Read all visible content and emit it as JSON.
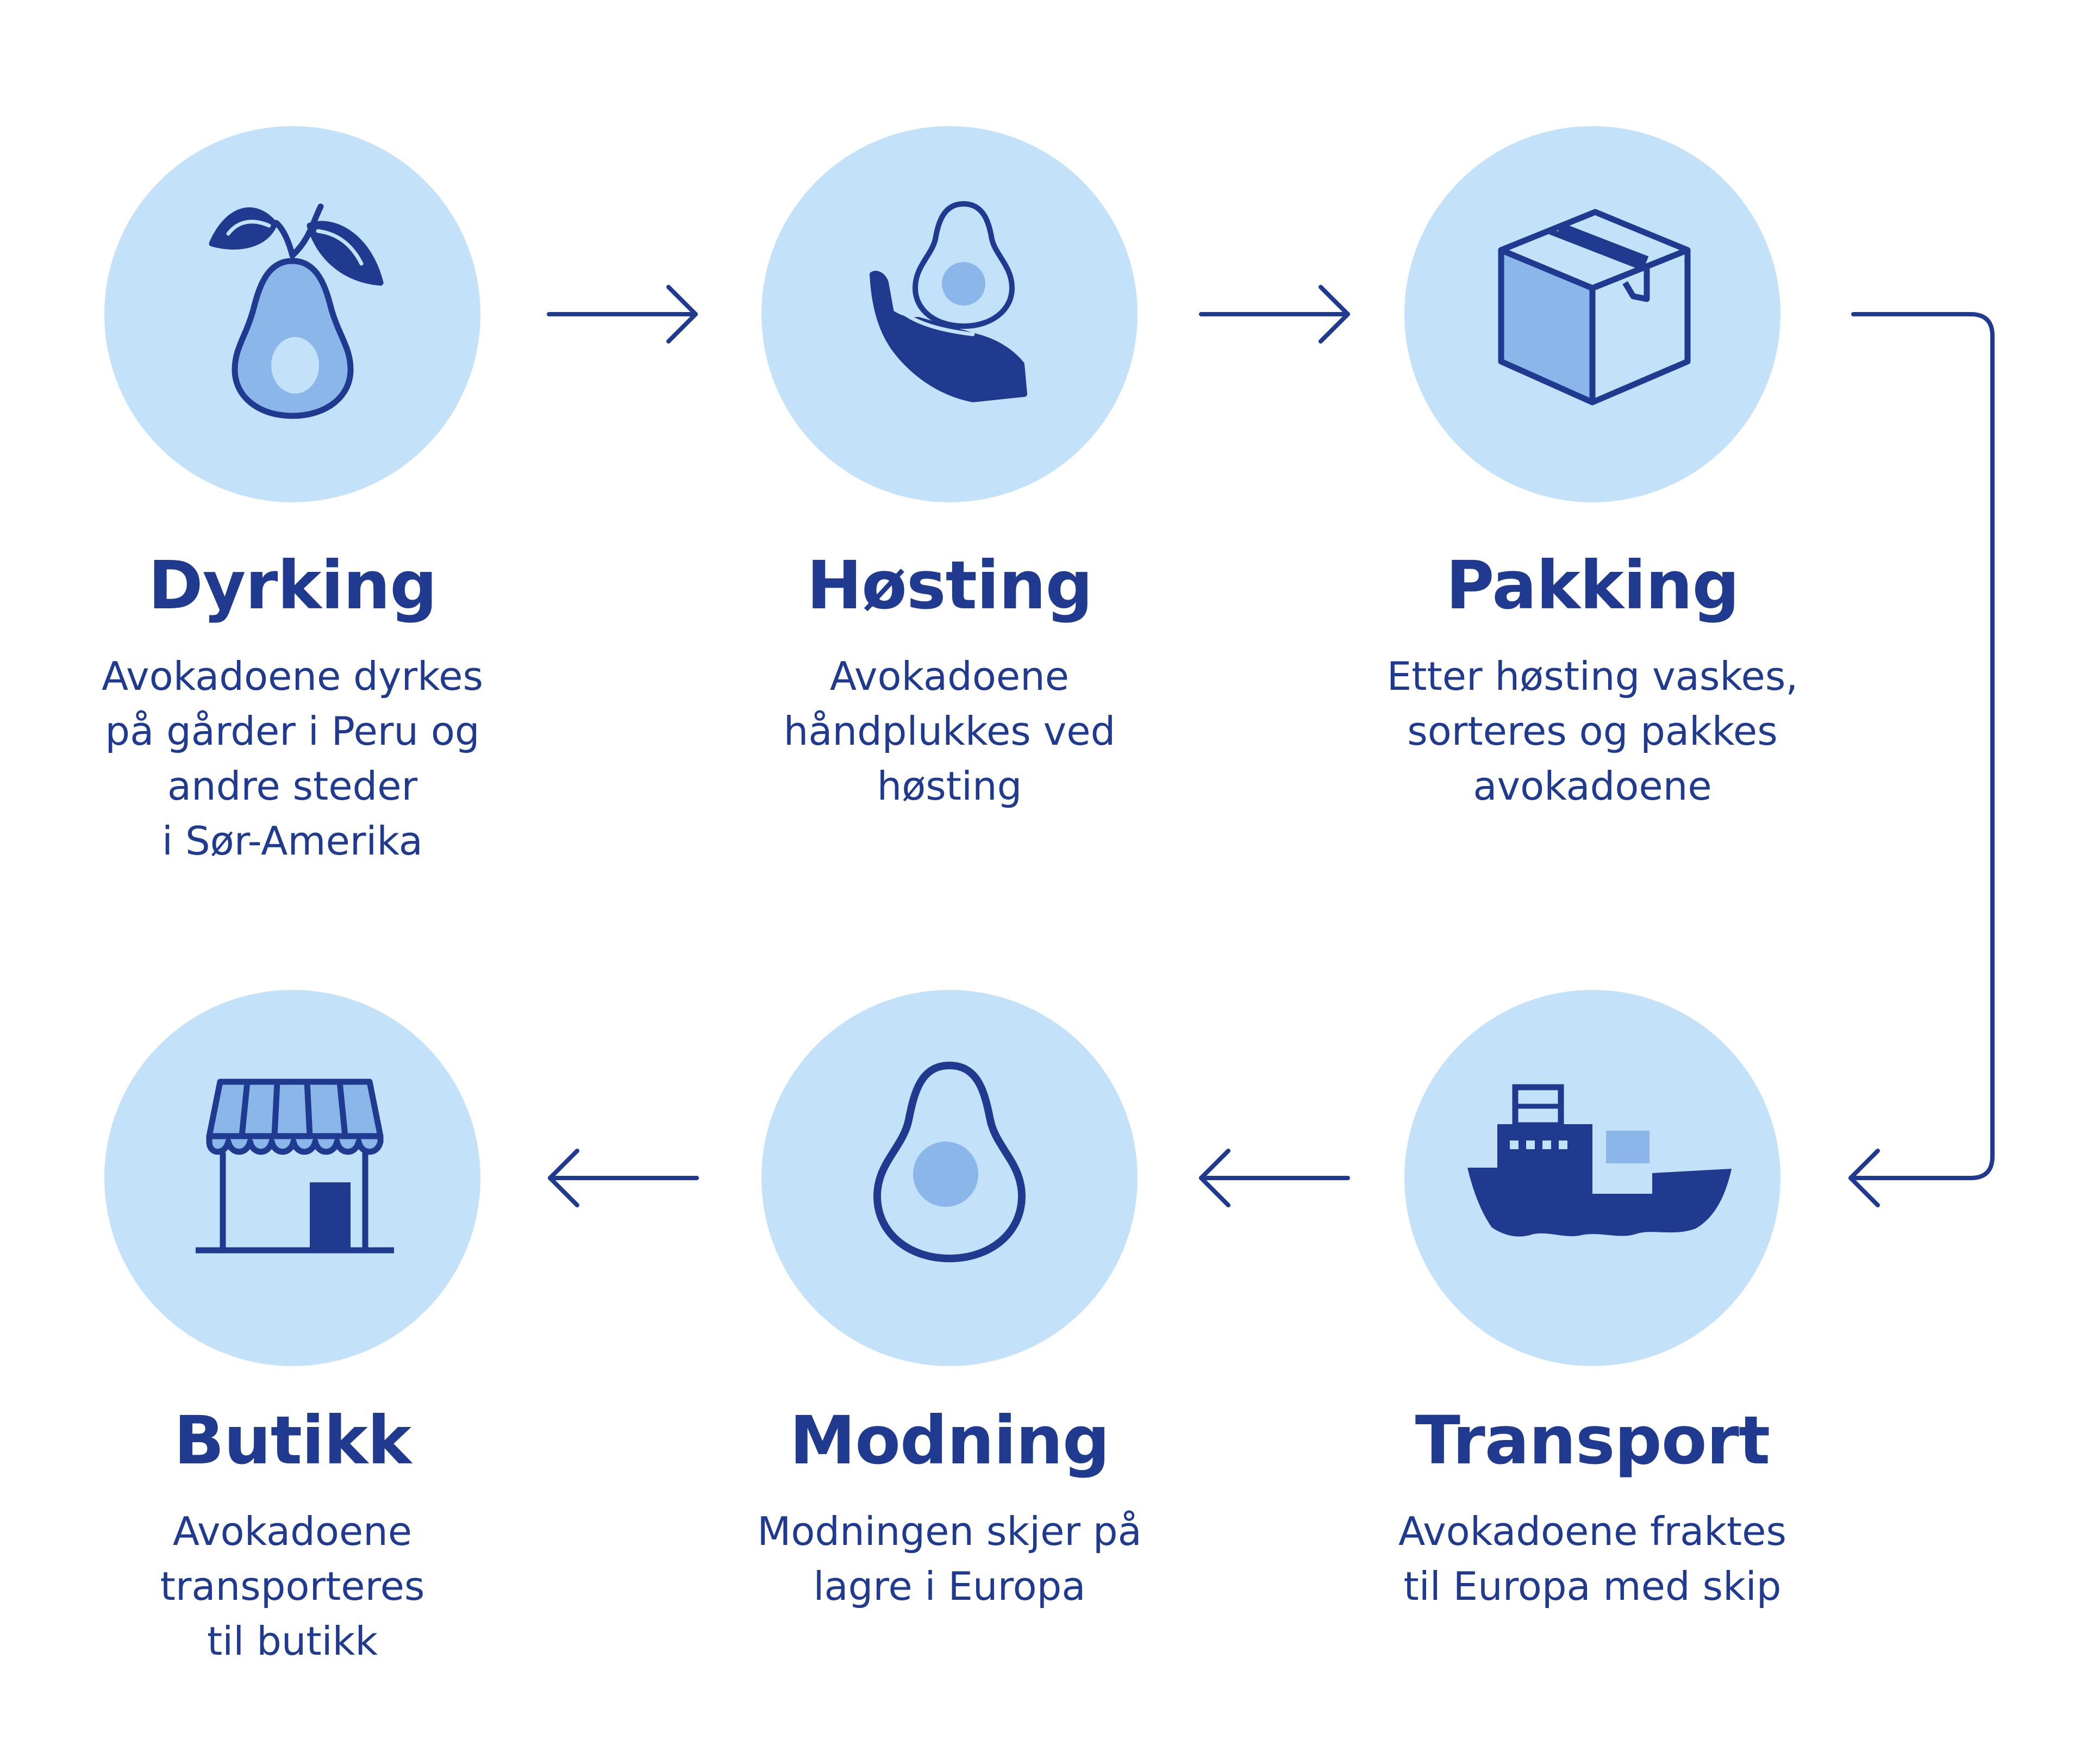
{
  "colors": {
    "circle": "#c3e2f9",
    "icon_dark": "#1f3a8f",
    "icon_light": "#8ab6ea",
    "text": "#1f3a8f"
  },
  "steps": [
    {
      "title": "Dyrking",
      "icon": "avocado-branch-icon",
      "desc": [
        "Avokadoene dyrkes",
        "på gårder i Peru og",
        "andre steder",
        "i Sør-Amerika"
      ]
    },
    {
      "title": "Høsting",
      "icon": "hand-avocado-icon",
      "desc": [
        "Avokadoene",
        "håndplukkes ved",
        "høsting"
      ]
    },
    {
      "title": "Pakking",
      "icon": "box-icon",
      "desc": [
        "Etter høsting vaskes,",
        "sorteres og pakkes",
        "avokadoene"
      ]
    },
    {
      "title": "Transport",
      "icon": "ship-icon",
      "desc": [
        "Avokadoene fraktes",
        "til Europa med skip"
      ]
    },
    {
      "title": "Modning",
      "icon": "avocado-half-icon",
      "desc": [
        "Modningen skjer på",
        "lagre i Europa"
      ]
    },
    {
      "title": "Butikk",
      "icon": "store-icon",
      "desc": [
        "Avokadoene",
        "transporteres",
        "til butikk"
      ]
    }
  ]
}
